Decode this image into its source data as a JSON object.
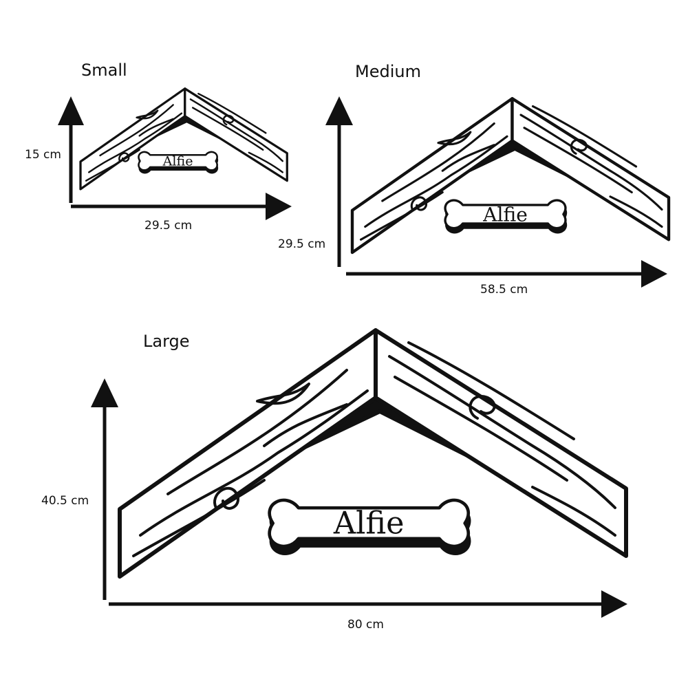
{
  "shelves": [
    {
      "key": "small",
      "title": "Small",
      "height_label": "15 cm",
      "width_label": "29.5 cm",
      "name_on_bone": "Alfie"
    },
    {
      "key": "medium",
      "title": "Medium",
      "height_label": "29.5 cm",
      "width_label": "58.5 cm",
      "name_on_bone": "Alfie"
    },
    {
      "key": "large",
      "title": "Large",
      "height_label": "40.5 cm",
      "width_label": "80 cm",
      "name_on_bone": "Alfie"
    }
  ],
  "colors": {
    "ink": "#111111",
    "background": "#ffffff"
  }
}
